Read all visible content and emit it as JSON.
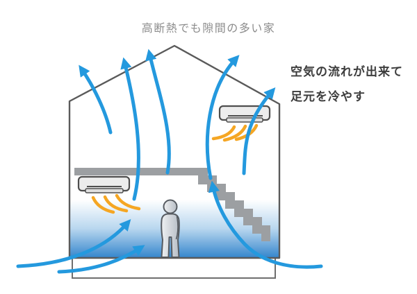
{
  "title": {
    "text": "高断熱でも隙間の多い家"
  },
  "annotation": {
    "line1": "空気の流れが出来て",
    "line2": "足元を冷やす"
  },
  "legend": {
    "blue_arrows_meaning": "air leakage flow through gaps",
    "orange_arrows_meaning": "warm air blown from air conditioners",
    "blue_floor_meaning": "cold air pooling at floor level"
  },
  "colors": {
    "airflow_blue": "#2499DE",
    "ac_air_orange": "#F5A623",
    "cold_floor_blue": "#3787CD",
    "structure_gray": "#9C9FA2",
    "outline_gray": "#5A5A5A",
    "title_gray": "#8C8C8C",
    "annotation_text": "#3C3C3C"
  },
  "counts": {
    "air_conditioners": "2",
    "people": "1",
    "roof_leak_arrows": "5",
    "floor_inlet_arrows": "3"
  }
}
